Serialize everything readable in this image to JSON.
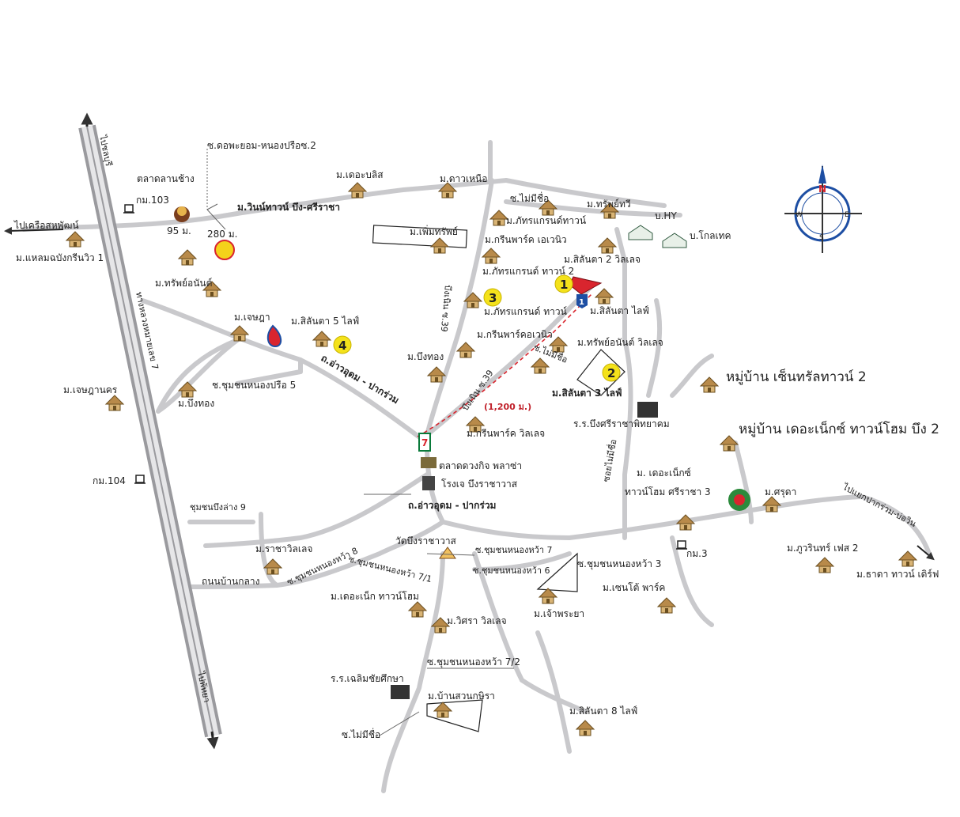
{
  "labels": {
    "to_bangkok": "ไปเครือสหพัฒน์",
    "to_chonburi": "ไปชลบุรี",
    "to_pattaya": "ไปพัทยา",
    "km103": "กม.103",
    "km104": "กม.104",
    "km3": "กม.3",
    "laem_chabang": "ม.แหลมฉบังกรีนวิว 1",
    "talad_lan_chang": "ตลาดลานช้าง",
    "dist95": "95 ม.",
    "dist280": "280 ม.",
    "soi_dorphayom": "ซ.ดอพะยอม-หนองปรือซ.2",
    "win_town": "ม.วินน์ทาวน์ บึง-ศรีราชา",
    "the_bliss": "ม.เดอะบลิส",
    "dao_nua": "ม.ดาวเหนือ",
    "soi_noname1": "ซ.ไม่มีชื่อ",
    "sap_thawee": "ม.ทรัพย์ทวี",
    "bor_hy": "บ.HY",
    "bor_golltech": "บ.โกลเทค",
    "phattra_town": "ม.ภัทรแกรนด์ทาวน์",
    "permsap": "ม.เพิ่มทรัพย์",
    "green_park_avenue": "ม.กรีนพาร์ค เอเวนิว",
    "phattra_town2": "ม.ภัทรแกรนด์ ทาวน์ 2",
    "silanta2": "ม.สิลันตา 2 วิลเลจ",
    "silanta_life": "ม.สิลันตา ไลฟ์",
    "sap_anan": "ม.ทรัพย์อนันต์",
    "jetsada": "ม.เจษฎา",
    "silanta5": "ม.สิลันตา 5 ไลฟ์",
    "bueng_nern39a": "บึงเนิน ซ.39",
    "phattra_town3": "ม.ภัทรแกรนด์ ทาวน์",
    "green_park_avenue2": "ม.กรีนพาร์คอเวนิว",
    "sap_anan_village": "ม.ทรัพย์อนันต์ วิลเลจ",
    "soi_noname2": "ซ.ไม่มีชื่อ",
    "bueng_thong1": "ม.บึงทอง",
    "bueng_nern39b": "บึงเนิน ซ.39",
    "silanta3": "ม.สิลันตา 3 ไลฟ์",
    "dist1200": "(1,200 ม.)",
    "jetsada_nakhon": "ม.เจษฎานคร",
    "bueng_thong2": "ม.บึงทอง",
    "chumchon_nongprue5": "ช.ชุมชนหนองปรือ 5",
    "road1": "ถ.อ่าวอุดม - ปากร่วม",
    "sukhumvit": "ทางหลวงหมายเลข 7",
    "green_park_village": "ม.กรีนพาร์ค วิลเลจ",
    "central_town2": "หมู่บ้าน เซ็นทรัลทาวน์ 2",
    "school_bueng": "ร.ร.บึงศรีราชาพิทยาคม",
    "the_connect2": "หมู่บ้าน เดอะเน็กซ์ ทาวน์โฮม บึง 2",
    "talad_duangkit": "ตลาดดวงกิจ พลาซ่า",
    "rongjay": "โรงเจ บึงราชาวาส",
    "soi_noname3": "ซอยไม่มีชื่อ",
    "the_connect3a": "ม. เดอะเน็กซ์",
    "the_connect3b": "ทาวน์โฮม ศรีราชา 3",
    "sruda": "ม.ศรุดา",
    "chumchon_buengsang9": "ชุมชนบึงล่าง 9",
    "road2": "ถ.อ่าวอุดม - ปากร่วม",
    "to_paknam": "ไปแยกปากร่วม-บ่อวิน",
    "racha_village": "ม.ราชาวิลเลจ",
    "wat_bueng": "วัดบึงราชาวาส",
    "nonghwa7": "ซ.ชุมชนหนองหว้า 7",
    "nonghwa8": "ซ.ชุมชนหนองหว้า 8",
    "nonghwa71": "ซ.ชุมชนหนองหว้า 7/1",
    "nonghwa6": "ซ.ชุมชนหนองหว้า 6",
    "nonghwa3": "ซ.ชุมชนหนองหว้า 3",
    "phuwarin": "ม.ภูวรินทร์ เฟส 2",
    "thada_town": "ม.ธาดา ทาวน์ เดิร์ฟ",
    "thanon_ban_klang": "ถนนบ้านกลาง",
    "the_connect_townhome": "ม.เดอะเน็ก ทาวน์โฮม",
    "central_park": "ม.เซนโต้ พาร์ค",
    "chaophraya": "ม.เจ้าพระยา",
    "wisara": "ม.วิศรา วิลเลจ",
    "nonghwa72": "ซ.ชุมชนหนองหว้า 7/2",
    "school_chaloem": "ร.ร.เฉลิมชัยศึกษา",
    "ban_suan": "ม.บ้านสวนกษิรา",
    "silanta8": "ม.สิลันตา 8 ไลฟ์",
    "soi_noname4": "ซ.ไม่มีชื่อ"
  },
  "markers": {
    "m1": "1",
    "m2": "2",
    "m3": "3",
    "m4": "4",
    "blue1": "1"
  },
  "compass": {
    "n": "N",
    "s": "S",
    "e": "E",
    "w": "W"
  },
  "colors": {
    "road": "#c9c9cc",
    "house": "#b88a4a",
    "marker": "#f4e21b",
    "route": "#d9252e",
    "compass": "#1d4ea3"
  }
}
